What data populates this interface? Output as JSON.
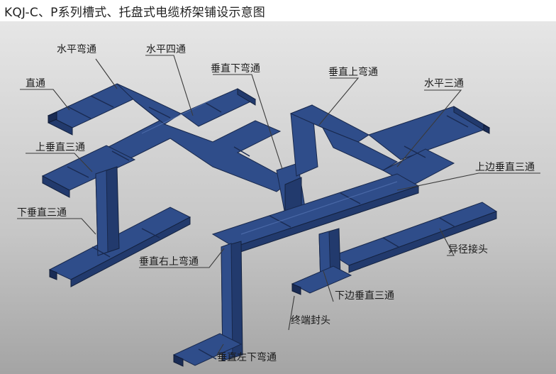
{
  "title": "KQJ-C、P系列槽式、托盘式电缆桥架铺设示意图",
  "labels": {
    "horizontal_elbow": "水平弯通",
    "horizontal_cross": "水平四通",
    "straight": "直通",
    "vertical_down_elbow": "垂直下弯通",
    "vertical_up_elbow": "垂直上弯通",
    "horizontal_tee": "水平三通",
    "upper_vertical_tee": "上垂直三通",
    "upper_side_vertical_tee": "上边垂直三通",
    "lower_vertical_tee": "下垂直三通",
    "reducer": "异径接头",
    "vertical_right_up_elbow": "垂直右上弯通",
    "lower_side_vertical_tee": "下边垂直三通",
    "end_cap": "终端封头",
    "vertical_left_down_elbow": "垂直左下弯通"
  },
  "colors": {
    "background_gradient": [
      "#e4e4e4",
      "#a9a9a9"
    ],
    "tray_blue": "#2f4d8a",
    "tray_dark": "#1a2c55"
  }
}
